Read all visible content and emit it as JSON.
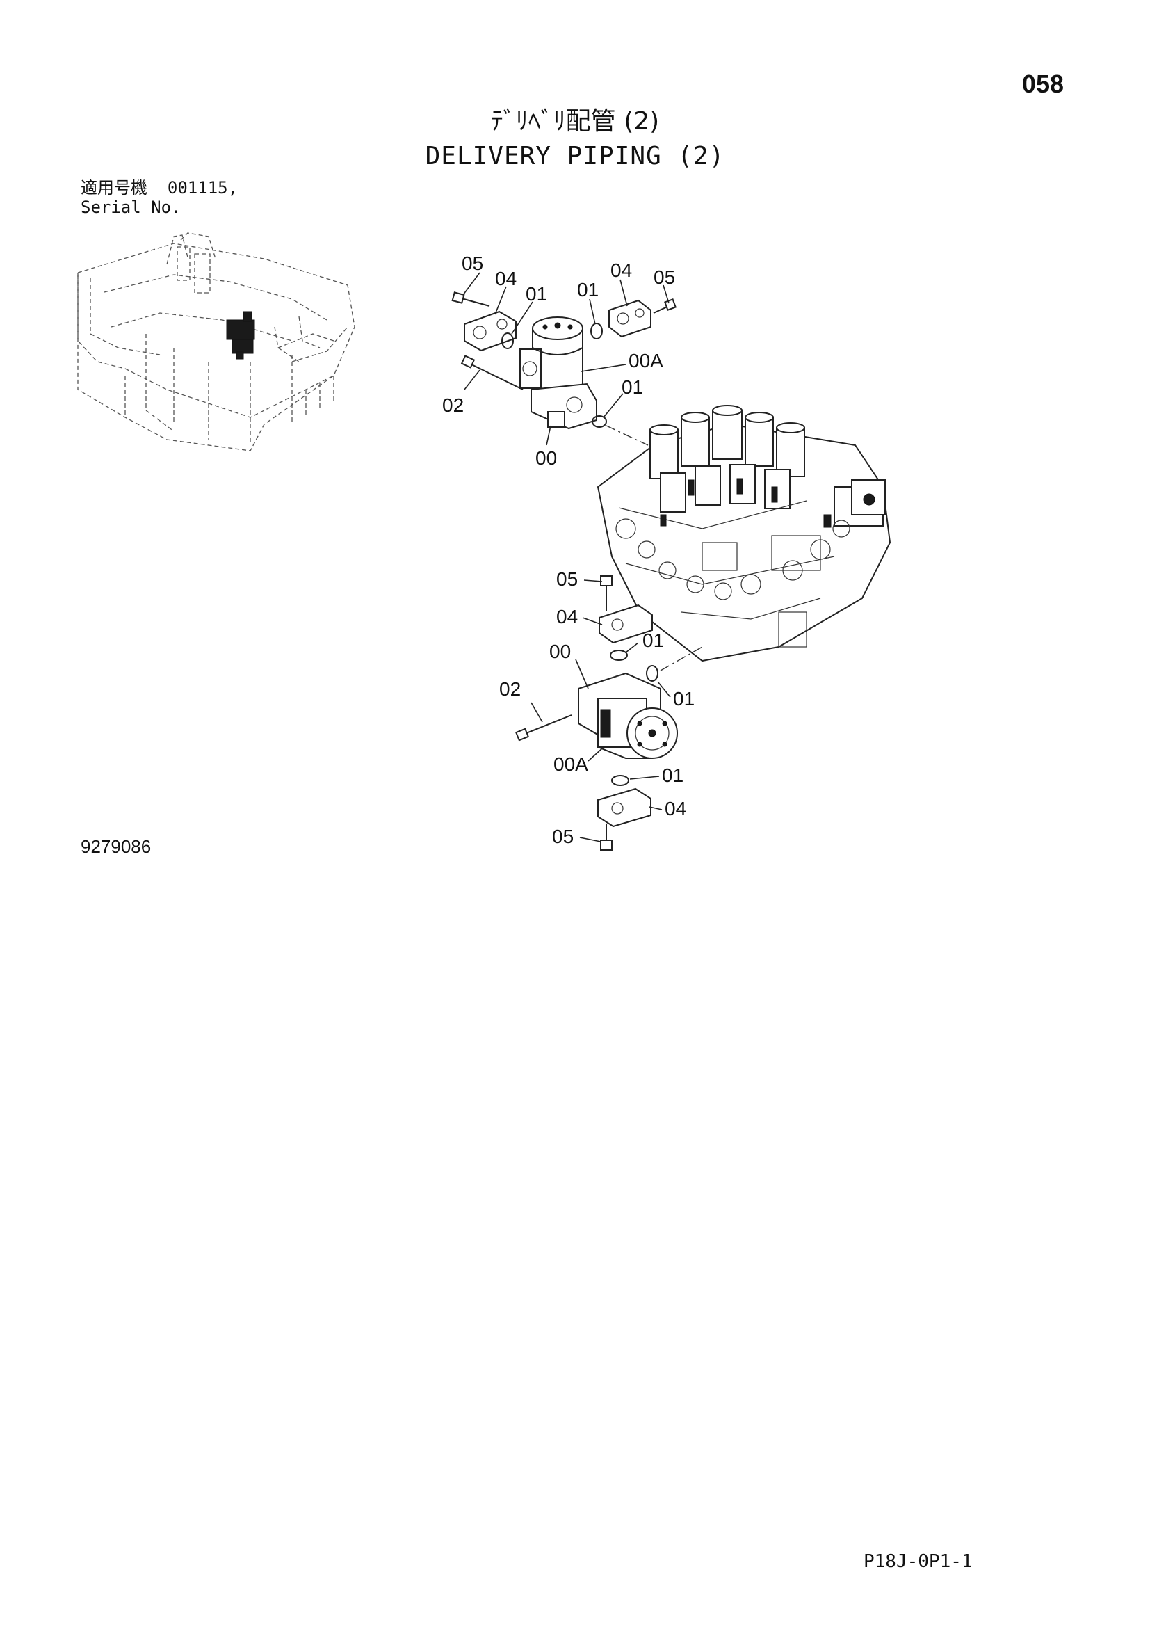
{
  "page": {
    "number": "058",
    "title_jp": "ﾃﾞﾘﾍﾞﾘ配管 (2)",
    "title_en": "DELIVERY PIPING (2)",
    "serial_label_jp": "適用号機",
    "serial_value": "001115,",
    "serial_label_en": "Serial No.",
    "drawing_number": "9279086",
    "footer_code": "P18J-0P1-1"
  },
  "callouts": {
    "upper_05_left": "05",
    "upper_04_left": "04",
    "upper_01_left": "01",
    "upper_01_right": "01",
    "upper_04_right": "04",
    "upper_05_right": "05",
    "upper_00A": "00A",
    "upper_01_lower": "01",
    "upper_02": "02",
    "upper_00": "00",
    "lower_05_top": "05",
    "lower_04_top": "04",
    "lower_01_top": "01",
    "lower_00": "00",
    "lower_02": "02",
    "lower_01_side": "01",
    "lower_00A": "00A",
    "lower_01_bottom": "01",
    "lower_04_bottom": "04",
    "lower_05_bottom": "05"
  },
  "illustrations": {
    "machine_overview": "excavator-overview-icon",
    "control_valve": "control-valve-icon",
    "upper_block": "valve-block-icon",
    "lower_block": "valve-block-icon"
  }
}
